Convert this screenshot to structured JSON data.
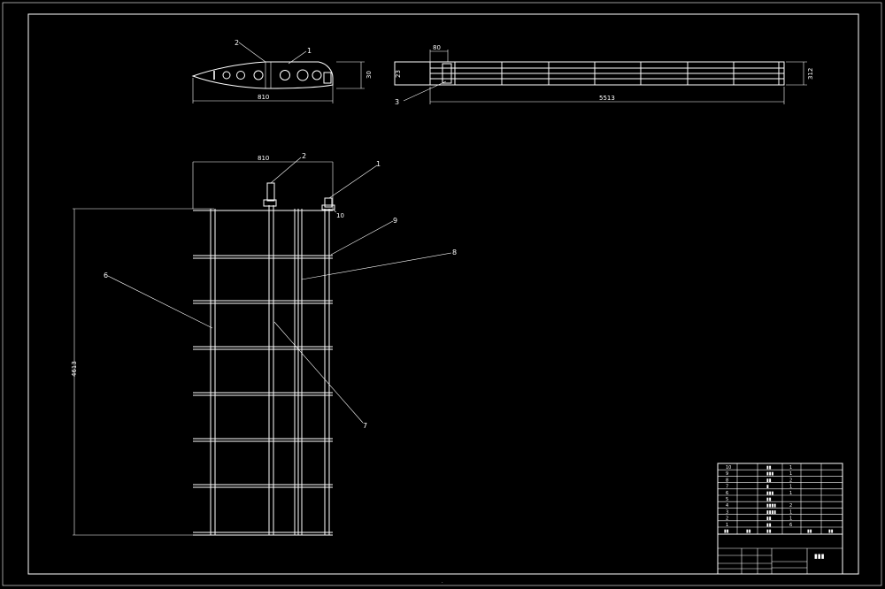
{
  "callouts": {
    "side_view": [
      "2",
      "1"
    ],
    "side_view_extra": "3",
    "plan_view": [
      "2",
      "1",
      "10",
      "9",
      "8",
      "6",
      "7"
    ]
  },
  "dimensions": {
    "side_chord": "810",
    "side_height": "30",
    "top_small": "80",
    "top_height_left": "23",
    "top_span": "5513",
    "top_height_right": "312",
    "plan_chord": "810",
    "plan_span": "4613"
  },
  "title_block": {
    "bom_rows": [
      {
        "no": "10",
        "name": "▮▮",
        "qty": "1"
      },
      {
        "no": "9",
        "name": "▮▮▮",
        "qty": "1"
      },
      {
        "no": "8",
        "name": "▮▮",
        "qty": "2"
      },
      {
        "no": "7",
        "name": "▮",
        "qty": "1"
      },
      {
        "no": "6",
        "name": "▮▮▮",
        "qty": "1"
      },
      {
        "no": "5",
        "name": "▮▮",
        "qty": ""
      },
      {
        "no": "4",
        "name": "▮▮▮▮",
        "qty": "2"
      },
      {
        "no": "3",
        "name": "▮▮▮▮",
        "qty": "1"
      },
      {
        "no": "2",
        "name": "▮▮",
        "qty": "1"
      },
      {
        "no": "1",
        "name": "▮▮",
        "qty": "6"
      }
    ],
    "header": [
      "▮▮",
      "▮▮",
      "▮▮",
      "▮▮",
      "▮▮"
    ],
    "drawing_title": "▮▮▮"
  },
  "colors": {
    "background": "#000000",
    "line": "#ffffff"
  }
}
